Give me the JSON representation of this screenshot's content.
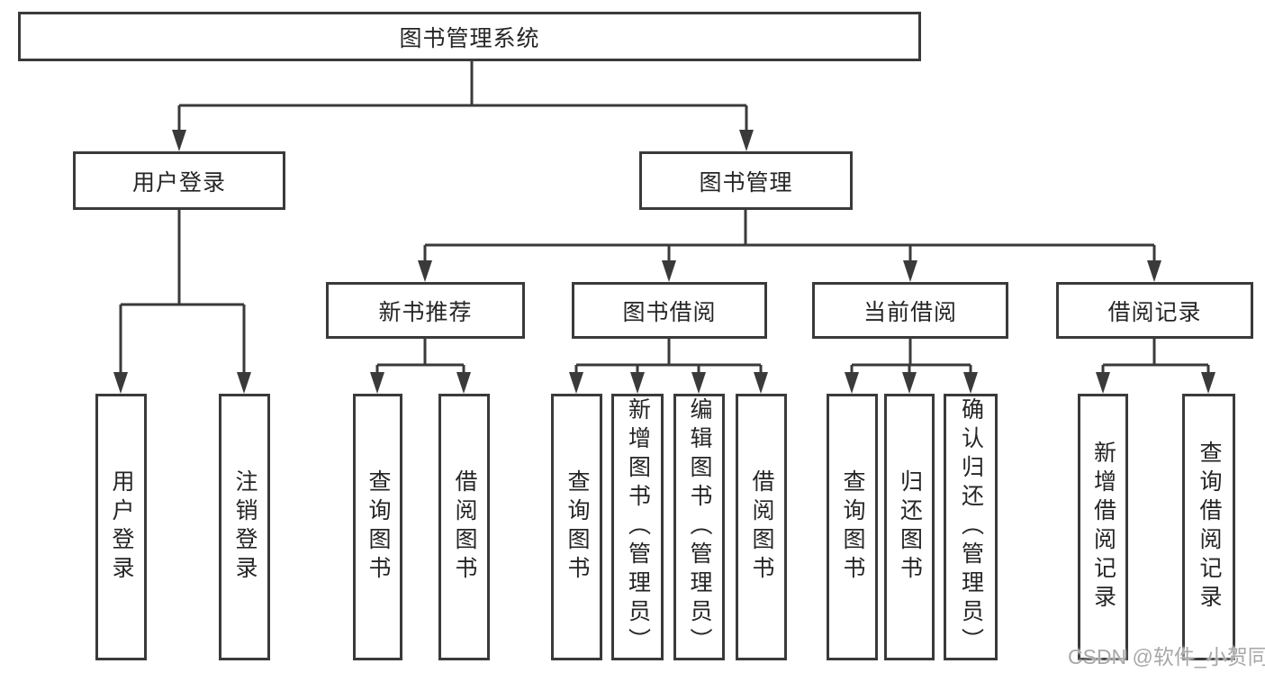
{
  "diagram": {
    "root": {
      "label": "图书管理系统"
    },
    "branches": [
      {
        "label": "用户登录",
        "children": [
          "用户登录",
          "注销登录"
        ]
      },
      {
        "label": "图书管理",
        "children": [
          {
            "label": "新书推荐",
            "children": [
              "查询图书",
              "借阅图书"
            ]
          },
          {
            "label": "图书借阅",
            "children": [
              "查询图书",
              "新增图书（管理员）",
              "编辑图书（管理员）",
              "借阅图书"
            ]
          },
          {
            "label": "当前借阅",
            "children": [
              "查询图书",
              "归还图书",
              "确认归还（管理员）"
            ]
          },
          {
            "label": "借阅记录",
            "children": [
              "新增借阅记录",
              "查询借阅记录"
            ]
          }
        ]
      }
    ]
  },
  "watermark": "CSDN @软件_小贺同学",
  "colors": {
    "line": "#3a3a3a",
    "text": "#252525",
    "watermark": "#a8a8a8",
    "background": "#ffffff"
  }
}
